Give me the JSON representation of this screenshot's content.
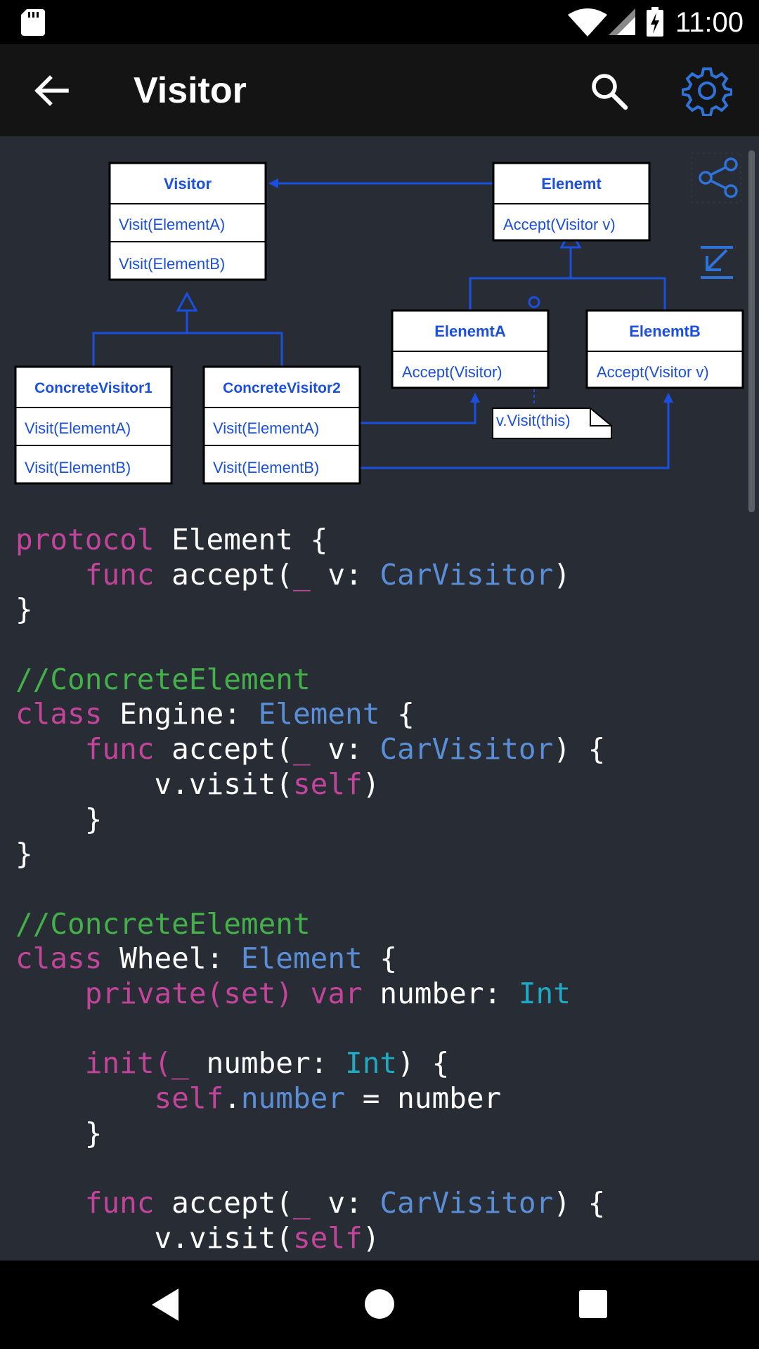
{
  "status_bar": {
    "time": "11:00"
  },
  "app_bar": {
    "title": "Visitor"
  },
  "diagram": {
    "visitor_box": {
      "title": "Visitor",
      "methods": [
        "Visit(ElementA)",
        "Visit(ElementB)"
      ]
    },
    "element_box": {
      "title": "Elenemt",
      "methods": [
        "Accept(Visitor v)"
      ]
    },
    "element_a_box": {
      "title": "ElenemtA",
      "methods": [
        "Accept(Visitor)"
      ]
    },
    "element_b_box": {
      "title": "ElenemtB",
      "methods": [
        "Accept(Visitor v)"
      ]
    },
    "concrete_visitor_1": {
      "title": "ConcreteVisitor1",
      "methods": [
        "Visit(ElementA)",
        "Visit(ElementB)"
      ]
    },
    "concrete_visitor_2": {
      "title": "ConcreteVisitor2",
      "methods": [
        "Visit(ElementA)",
        "Visit(ElementB)"
      ]
    },
    "note": "v.Visit(this)"
  },
  "code_lines": [
    [
      [
        "kw",
        "protocol"
      ],
      [
        "pl",
        " Element {"
      ]
    ],
    [
      [
        "pl",
        "    "
      ],
      [
        "kw",
        "func"
      ],
      [
        "pl",
        " accept("
      ],
      [
        "kw",
        "_"
      ],
      [
        "pl",
        " v: "
      ],
      [
        "ty",
        "CarVisitor"
      ],
      [
        "pl",
        ")"
      ]
    ],
    [
      [
        "pl",
        "}"
      ]
    ],
    [
      [
        "pl",
        ""
      ]
    ],
    [
      [
        "cm",
        "//ConcreteElement"
      ]
    ],
    [
      [
        "kw",
        "class"
      ],
      [
        "pl",
        " Engine: "
      ],
      [
        "ty",
        "Element"
      ],
      [
        "pl",
        " {"
      ]
    ],
    [
      [
        "pl",
        "    "
      ],
      [
        "kw",
        "func"
      ],
      [
        "pl",
        " accept("
      ],
      [
        "kw",
        "_"
      ],
      [
        "pl",
        " v: "
      ],
      [
        "ty",
        "CarVisitor"
      ],
      [
        "pl",
        ") {"
      ]
    ],
    [
      [
        "pl",
        "        v.visit("
      ],
      [
        "kw",
        "self"
      ],
      [
        "pl",
        ")"
      ]
    ],
    [
      [
        "pl",
        "    }"
      ]
    ],
    [
      [
        "pl",
        "}"
      ]
    ],
    [
      [
        "pl",
        ""
      ]
    ],
    [
      [
        "cm",
        "//ConcreteElement"
      ]
    ],
    [
      [
        "kw",
        "class"
      ],
      [
        "pl",
        " Wheel: "
      ],
      [
        "ty",
        "Element"
      ],
      [
        "pl",
        " {"
      ]
    ],
    [
      [
        "pl",
        "    "
      ],
      [
        "kw",
        "private(set) var"
      ],
      [
        "pl",
        " number: "
      ],
      [
        "ty2",
        "Int"
      ]
    ],
    [
      [
        "pl",
        ""
      ]
    ],
    [
      [
        "pl",
        "    "
      ],
      [
        "kw",
        "init("
      ],
      [
        "kw",
        "_"
      ],
      [
        "pl",
        " number: "
      ],
      [
        "ty2",
        "Int"
      ],
      [
        "pl",
        ") {"
      ]
    ],
    [
      [
        "pl",
        "        "
      ],
      [
        "kw",
        "self"
      ],
      [
        "pl",
        "."
      ],
      [
        "ty",
        "number"
      ],
      [
        "pl",
        " = number"
      ]
    ],
    [
      [
        "pl",
        "    }"
      ]
    ],
    [
      [
        "pl",
        ""
      ]
    ],
    [
      [
        "pl",
        "    "
      ],
      [
        "kw",
        "func"
      ],
      [
        "pl",
        " accept("
      ],
      [
        "kw",
        "_"
      ],
      [
        "pl",
        " v: "
      ],
      [
        "ty",
        "CarVisitor"
      ],
      [
        "pl",
        ") {"
      ]
    ],
    [
      [
        "pl",
        "        v.visit("
      ],
      [
        "kw",
        "self"
      ],
      [
        "pl",
        ")"
      ]
    ]
  ],
  "colors": {
    "background": "#282c34",
    "keyword": "#c3449b",
    "type": "#5a8fd8",
    "int_type": "#1fa9c2",
    "comment": "#43b04a",
    "diagram_blue": "#1a4fe0"
  },
  "icons": {
    "back": "arrow-left-icon",
    "search": "search-icon",
    "settings": "gear-icon",
    "share": "share-icon",
    "collapse": "collapse-arrow-icon",
    "nav_back": "triangle-back-icon",
    "nav_home": "circle-home-icon",
    "nav_recents": "square-recents-icon"
  }
}
